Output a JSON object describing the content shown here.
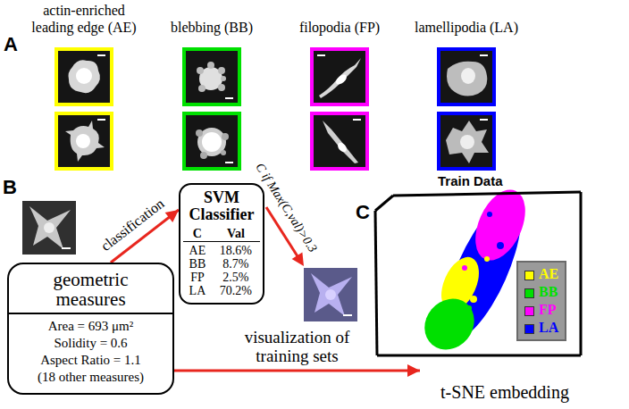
{
  "diagram": {
    "nodes": [
      {
        "text": [
          "geometric measures",
          "Area = 693 μm²",
          "Solidity = 0.6",
          "Aspect Ratio = 1.1",
          "(18 other measures)"
        ]
      },
      {
        "text": [
          "SVM Classifier",
          "C",
          "Val",
          "AE",
          "18.6%",
          "BB",
          "8.7%",
          "FP",
          "2.5%",
          "LA",
          "70.2%"
        ]
      },
      {
        "text": [
          "Train Data",
          "t-SNE embedding"
        ]
      }
    ],
    "edges": [
      {
        "from": 0,
        "to": 1,
        "label": "classification",
        "arrow": "to"
      },
      {
        "from": 0,
        "to": 2,
        "label": "visualization of training sets",
        "arrow": "to"
      }
    ],
    "labels": [
      "A",
      "actin-enriched leading edge (AE)",
      "blebbing (BB)",
      "filopodia (FP)",
      "lamellipodia (LA)",
      "B",
      "C if Max(C,val)>0.3",
      "C"
    ],
    "legend": [
      {
        "text": "AE",
        "color": "#ffff00"
      },
      {
        "text": "BB",
        "color": "#00e000"
      },
      {
        "text": "FP",
        "color": "#ff00ff"
      },
      {
        "text": "LA",
        "color": "#0000ff"
      }
    ]
  }
}
